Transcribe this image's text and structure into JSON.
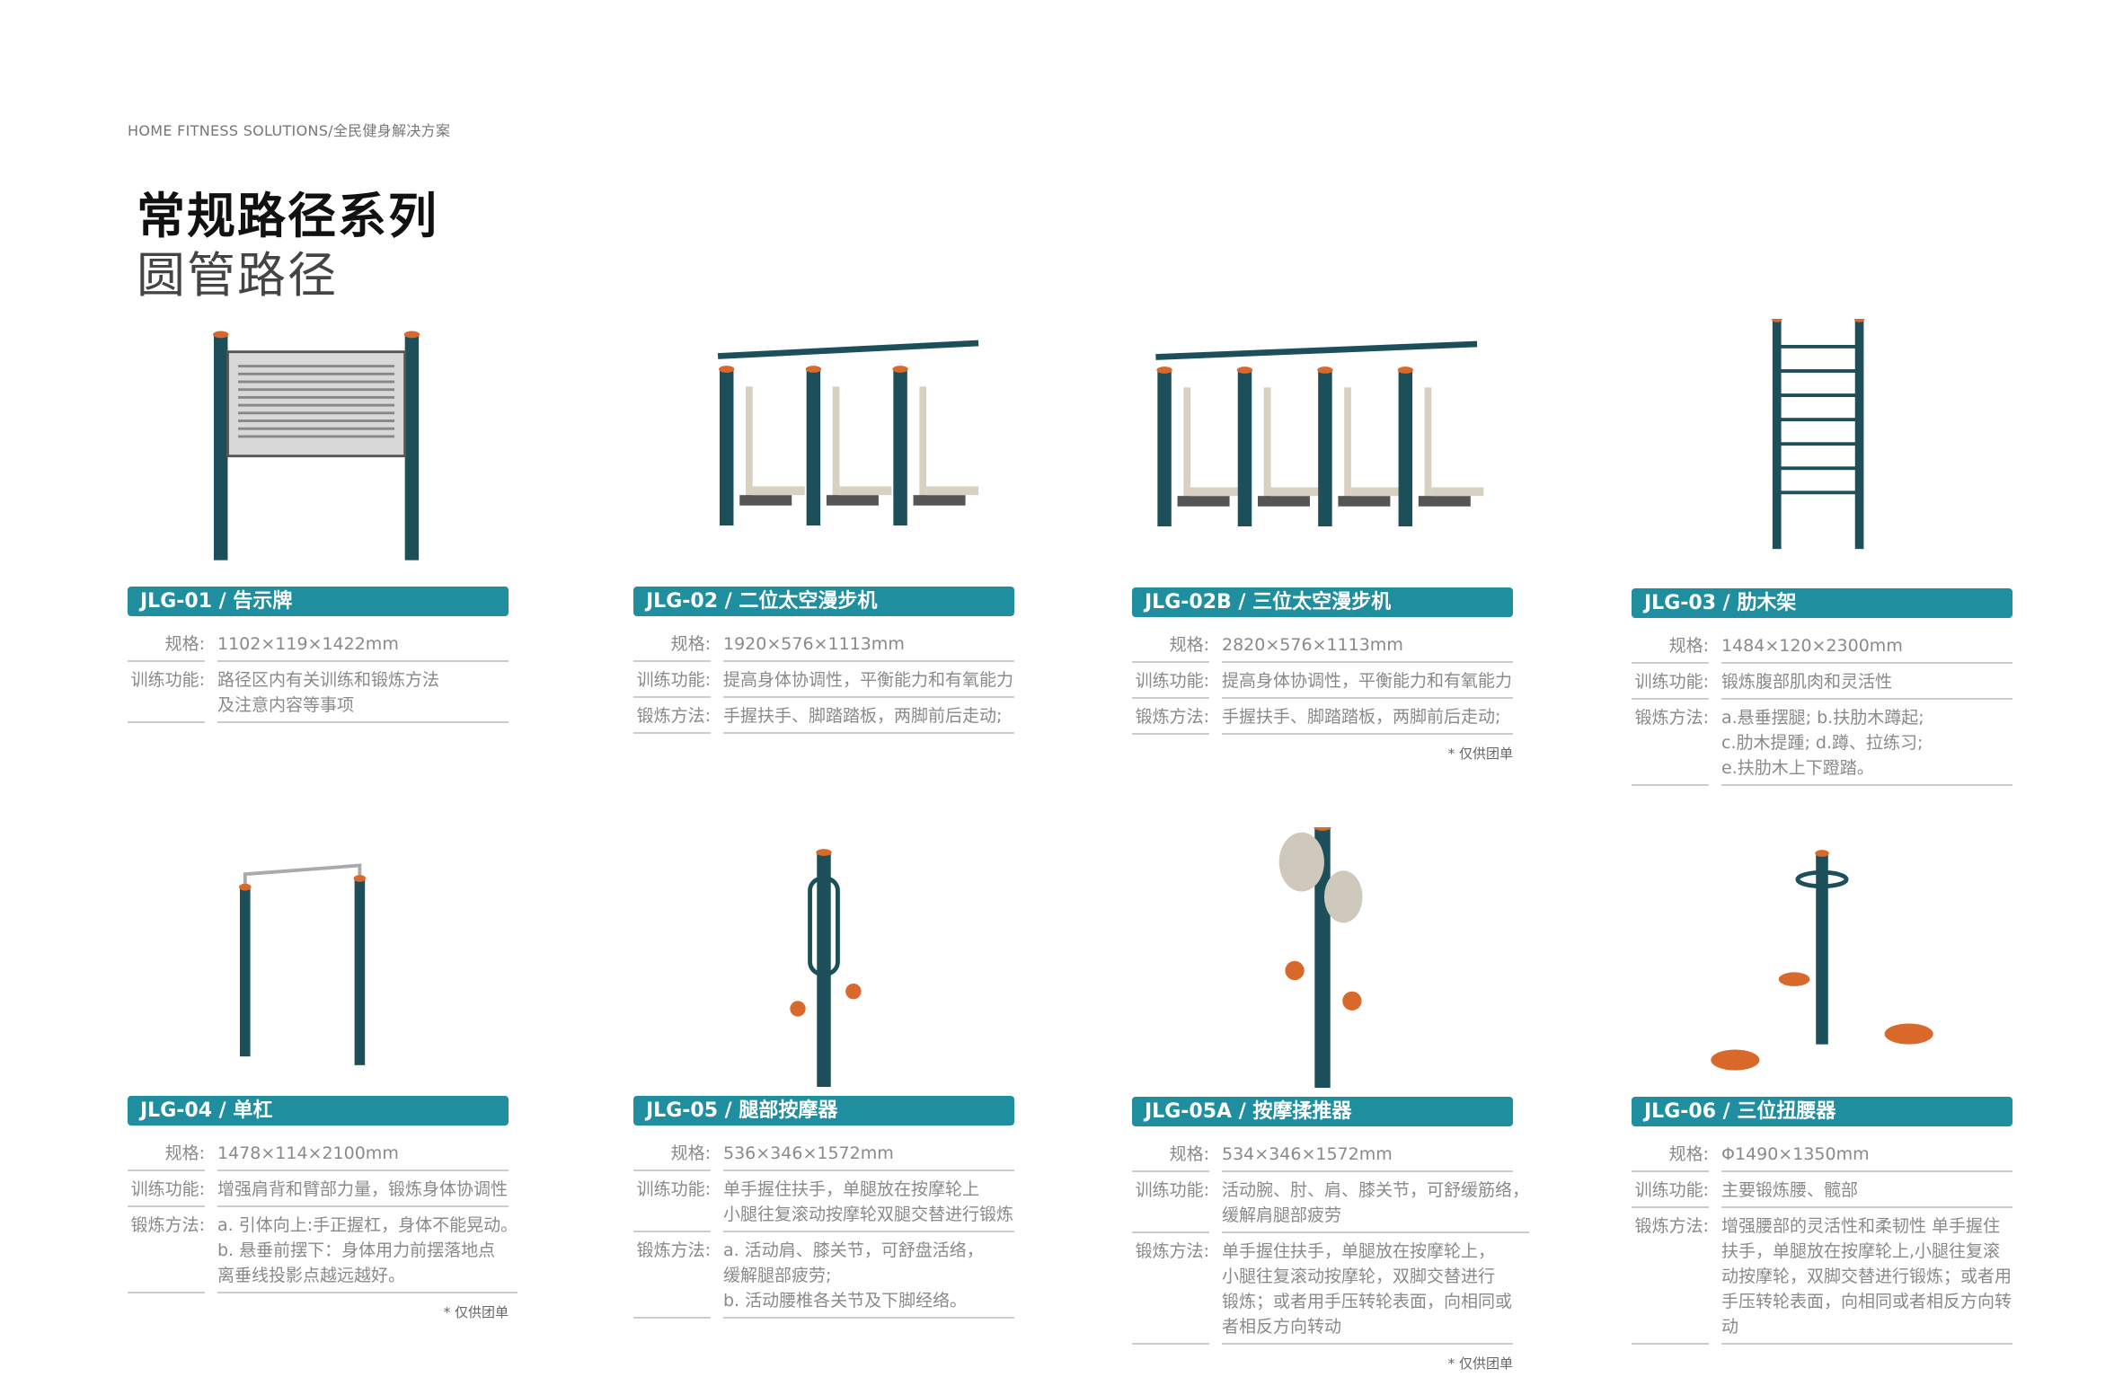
{
  "header": {
    "breadcrumb": "HOME FITNESS  SOLUTIONS/全民健身解决方案",
    "title": "常规路径系列",
    "subtitle": "圆管路径"
  },
  "colors": {
    "accent": "#1f8fa0",
    "pole": "#1d4f5a",
    "cap": "#d9692a",
    "beige": "#d8d0c0"
  },
  "products": [
    {
      "code": "JLG-01 / 告示牌",
      "icon": "notice-board",
      "specs": [
        {
          "label": "规格:",
          "lines": [
            "1102×119×1422mm"
          ]
        },
        {
          "label": "训练功能:",
          "lines": [
            "路径区内有关训练和锻炼方法",
            "及注意内容等事项"
          ]
        }
      ],
      "note": ""
    },
    {
      "code": "JLG-02 / 二位太空漫步机",
      "icon": "air-walker-2",
      "specs": [
        {
          "label": "规格:",
          "lines": [
            "1920×576×1113mm"
          ]
        },
        {
          "label": "训练功能:",
          "lines": [
            "提高身体协调性，平衡能力和有氧能力"
          ]
        },
        {
          "label": "锻炼方法:",
          "lines": [
            "手握扶手、脚踏踏板，两脚前后走动;"
          ]
        }
      ],
      "note": ""
    },
    {
      "code": "JLG-02B / 三位太空漫步机",
      "icon": "air-walker-3",
      "specs": [
        {
          "label": "规格:",
          "lines": [
            "2820×576×1113mm"
          ]
        },
        {
          "label": "训练功能:",
          "lines": [
            "提高身体协调性，平衡能力和有氧能力"
          ]
        },
        {
          "label": "锻炼方法:",
          "lines": [
            "手握扶手、脚踏踏板，两脚前后走动;"
          ]
        }
      ],
      "note": "* 仅供团单"
    },
    {
      "code": "JLG-03 / 肋木架",
      "icon": "wall-bars",
      "specs": [
        {
          "label": "规格:",
          "lines": [
            "1484×120×2300mm"
          ]
        },
        {
          "label": "训练功能:",
          "lines": [
            "锻炼腹部肌肉和灵活性"
          ]
        },
        {
          "label": "锻炼方法:",
          "lines": [
            "a.悬垂摆腿; b.扶肋木蹲起;",
            "c.肋木提踵; d.蹲、拉练习;",
            "e.扶肋木上下蹬踏。"
          ]
        }
      ],
      "note": ""
    },
    {
      "code": "JLG-04 / 单杠",
      "icon": "pull-up-bar",
      "specs": [
        {
          "label": "规格:",
          "lines": [
            "1478×114×2100mm"
          ]
        },
        {
          "label": "训练功能:",
          "lines": [
            "增强肩背和臂部力量，锻炼身体协调性"
          ]
        },
        {
          "label": "锻炼方法:",
          "lines": [
            "a. 引体向上:手正握杠，身体不能晃动。",
            "b. 悬垂前摆下：身体用力前摆落地点",
            "离垂线投影点越远越好。"
          ]
        }
      ],
      "note": "* 仅供团单"
    },
    {
      "code": "JLG-05 / 腿部按摩器",
      "icon": "leg-massager",
      "specs": [
        {
          "label": "规格:",
          "lines": [
            "536×346×1572mm"
          ]
        },
        {
          "label": "训练功能:",
          "lines": [
            "单手握住扶手，单腿放在按摩轮上",
            "小腿往复滚动按摩轮双腿交替进行锻炼"
          ]
        },
        {
          "label": "锻炼方法:",
          "lines": [
            "a. 活动肩、膝关节，可舒盘活络，",
            "缓解腿部疲劳;",
            "b. 活动腰椎各关节及下脚经络。"
          ]
        }
      ],
      "note": ""
    },
    {
      "code": "JLG-05A / 按摩揉推器",
      "icon": "massage-pusher",
      "specs": [
        {
          "label": "规格:",
          "lines": [
            "534×346×1572mm"
          ]
        },
        {
          "label": "训练功能:",
          "lines": [
            "活动腕、肘、肩、膝关节，可舒缓筋络，",
            "缓解肩腿部疲劳"
          ]
        },
        {
          "label": "锻炼方法:",
          "lines": [
            "单手握住扶手，单腿放在按摩轮上，",
            "小腿往复滚动按摩轮，双脚交替进行",
            "锻炼；或者用手压转轮表面，向相同或",
            "者相反方向转动"
          ]
        }
      ],
      "note": "* 仅供团单"
    },
    {
      "code": "JLG-06 / 三位扭腰器",
      "icon": "waist-twister",
      "specs": [
        {
          "label": "规格:",
          "lines": [
            "Φ1490×1350mm"
          ]
        },
        {
          "label": "训练功能:",
          "lines": [
            "主要锻炼腰、髋部"
          ]
        },
        {
          "label": "锻炼方法:",
          "lines": [
            "增强腰部的灵活性和柔韧性 单手握住",
            "扶手，单腿放在按摩轮上,小腿往复滚",
            "动按摩轮，双脚交替进行锻炼；或者用",
            "手压转轮表面，向相同或者相反方向转",
            "动"
          ]
        }
      ],
      "note": ""
    }
  ]
}
